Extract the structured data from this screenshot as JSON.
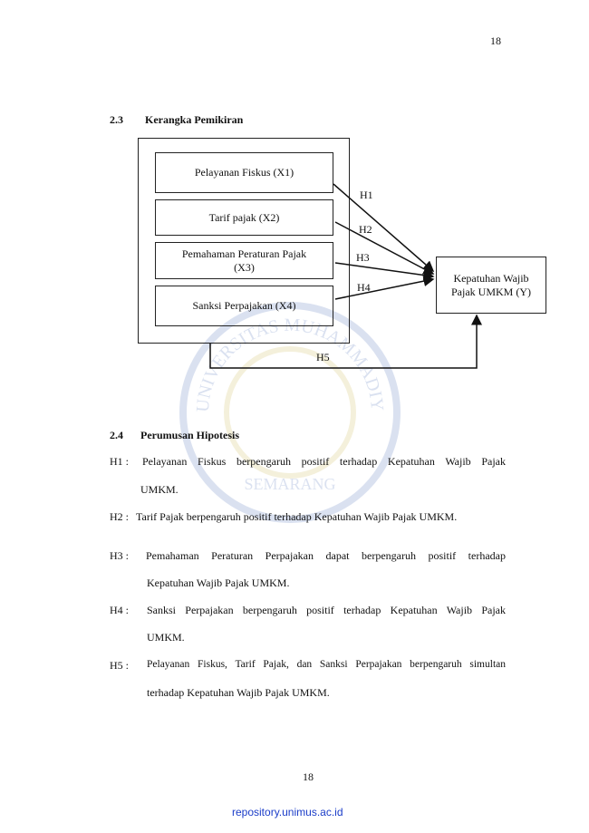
{
  "page_number_top": "18",
  "page_number_bottom": "18",
  "section_23": {
    "number": "2.3",
    "title": "Kerangka Pemikiran"
  },
  "diagram": {
    "variables": [
      "Pelayanan Fiskus (X1)",
      "Tarif pajak (X2)",
      "Pemahaman Peraturan Pajak (X3)",
      "Sanksi Perpajakan (X4)"
    ],
    "dependent": "Kepatuhan Wajib Pajak UMKM (Y)",
    "arrow_labels": [
      "H1",
      "H2",
      "H3",
      "H4",
      "H5"
    ]
  },
  "section_24": {
    "number": "2.4",
    "title": "Perumusan Hipotesis"
  },
  "hypotheses": [
    {
      "label": "H1  :",
      "line1": "Pelayanan Fiskus berpengaruh positif terhadap Kepatuhan Wajib Pajak",
      "line2": "UMKM."
    },
    {
      "label": "H2 :",
      "line1": "Tarif Pajak berpengaruh positif terhadap Kepatuhan Wajib Pajak UMKM."
    },
    {
      "label": "H3  :",
      "line1": "Pemahaman Peraturan Perpajakan dapat berpengaruh positif terhadap",
      "line2": "Kepatuhan Wajib Pajak UMKM."
    },
    {
      "label": "H4 :",
      "line1": "Sanksi Perpajakan berpengaruh positif terhadap Kepatuhan Wajib Pajak",
      "line2": "UMKM."
    },
    {
      "label": "H5 :",
      "line1": "Pelayanan Fiskus, Tarif Pajak, dan Sanksi Perpajakan berpengaruh simultan",
      "line2": "terhadap Kepatuhan Wajib Pajak UMKM."
    }
  ],
  "watermark": {
    "text": "UNIVERSITAS MUHAMMADIYAH SEMARANG",
    "color": "#3a5fb0"
  },
  "footer_link": "repository.unimus.ac.id",
  "link_color": "#1a3cc8"
}
